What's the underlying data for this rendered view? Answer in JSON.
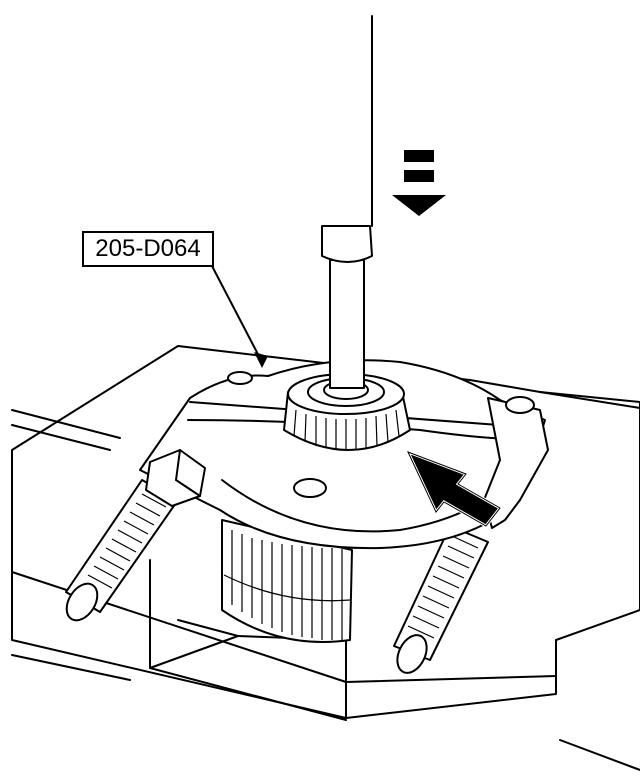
{
  "figure": {
    "callout_label": "205-D064",
    "colors": {
      "line": "#000000",
      "background": "#ffffff",
      "arrow_fill": "#000000"
    },
    "icons": [
      "press-ram",
      "tool-puller",
      "gear",
      "force-arrow-down",
      "direction-arrow"
    ]
  }
}
